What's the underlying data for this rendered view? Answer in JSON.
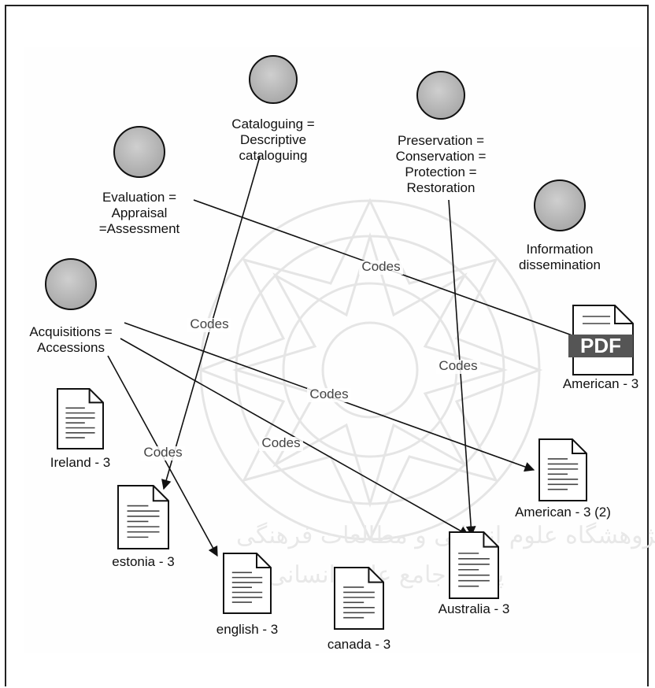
{
  "watermark": {
    "line1": "پژوهشگاه علوم انسانی و مطالعات فرهنگی",
    "line2": "پرتال جامع علوم انسانی"
  },
  "colors": {
    "node_fill": "#b7b7b7",
    "line": "#111111",
    "pdf_band": "#555555"
  },
  "codes": [
    {
      "id": "cataloguing",
      "lines": [
        "Cataloguing =",
        "Descriptive",
        "cataloguing"
      ]
    },
    {
      "id": "preservation",
      "lines": [
        "Preservation =",
        "Conservation =",
        "Protection =",
        "Restoration"
      ]
    },
    {
      "id": "evaluation",
      "lines": [
        "Evaluation =",
        "Appraisal",
        "=Assessment"
      ]
    },
    {
      "id": "information",
      "lines": [
        "Information",
        "dissemination"
      ]
    },
    {
      "id": "acquisitions",
      "lines": [
        "Acquisitions =",
        "Accessions"
      ]
    }
  ],
  "documents": [
    {
      "id": "american-pdf",
      "label": "American - 3",
      "icon": "pdf-file-icon"
    },
    {
      "id": "ireland",
      "label": "Ireland - 3",
      "icon": "text-file-icon"
    },
    {
      "id": "american-2",
      "label": "American - 3 (2)",
      "icon": "text-file-icon"
    },
    {
      "id": "estonia",
      "label": "estonia - 3",
      "icon": "text-file-icon"
    },
    {
      "id": "english",
      "label": "english - 3",
      "icon": "text-file-icon"
    },
    {
      "id": "canada",
      "label": "canada - 3",
      "icon": "text-file-icon"
    },
    {
      "id": "australia",
      "label": "Australia - 3",
      "icon": "text-file-icon"
    }
  ],
  "pdf_badge": "PDF",
  "links": [
    {
      "from": "evaluation",
      "to": "american-pdf",
      "label": "Codes"
    },
    {
      "from": "cataloguing",
      "to": "estonia",
      "label": "Codes"
    },
    {
      "from": "preservation",
      "to": "australia",
      "label": "Codes"
    },
    {
      "from": "acquisitions",
      "to": "american-2",
      "label": "Codes"
    },
    {
      "from": "acquisitions",
      "to": "australia",
      "label": "Codes"
    },
    {
      "from": "acquisitions",
      "to": "english",
      "label": "Codes"
    }
  ]
}
